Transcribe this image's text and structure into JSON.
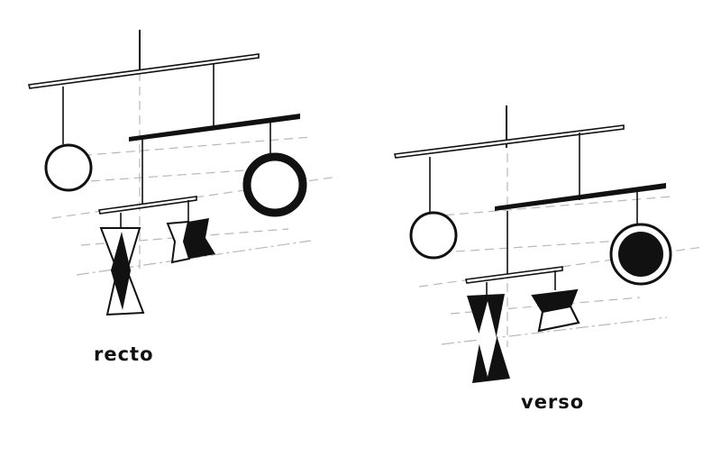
{
  "labels": {
    "recto": "recto",
    "verso": "verso"
  },
  "colors": {
    "ink": "#111111",
    "guide": "#b5b5b5",
    "paper": "#ffffff"
  },
  "mobiles": [
    {
      "name": "recto",
      "description_shape_set": [
        "ring-thin",
        "ring-thick",
        "hourglass-diamond-panel",
        "bowtie-flag-panel"
      ]
    },
    {
      "name": "verso",
      "description_shape_set": [
        "ring-thin",
        "ring-with-filled-disc",
        "diamond-cutout-panel",
        "inverted-bowtie-panel"
      ]
    }
  ]
}
